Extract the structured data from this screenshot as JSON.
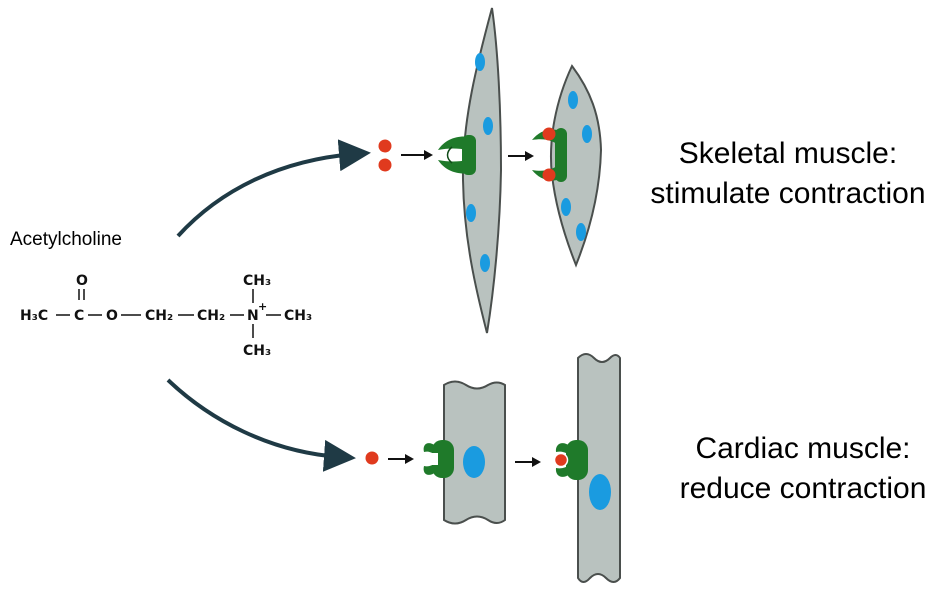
{
  "molecule": {
    "name": "Acetylcholine",
    "formula": {
      "ch3_left": "H₃C",
      "carbon": "C",
      "carbonyl_o": "O",
      "ester_o": "O",
      "ch2_a": "CH₂",
      "ch2_b": "CH₂",
      "nitrogen": "N",
      "charge": "+",
      "ch3_top": "CH₃",
      "ch3_right": "CH₃",
      "ch3_bottom": "CH₃"
    }
  },
  "pathways": [
    {
      "id": "skeletal",
      "caption_line1": "Skeletal muscle:",
      "caption_line2": "stimulate contraction"
    },
    {
      "id": "cardiac",
      "caption_line1": "Cardiac muscle:",
      "caption_line2": "reduce contraction"
    }
  ],
  "colors": {
    "arrow": "#1f3a45",
    "ligand": "#e03a1e",
    "receptor": "#1f7a2a",
    "cell_fill": "#b9c2bf",
    "cell_stroke": "#4a4f4d",
    "nucleus": "#1a9be0"
  }
}
